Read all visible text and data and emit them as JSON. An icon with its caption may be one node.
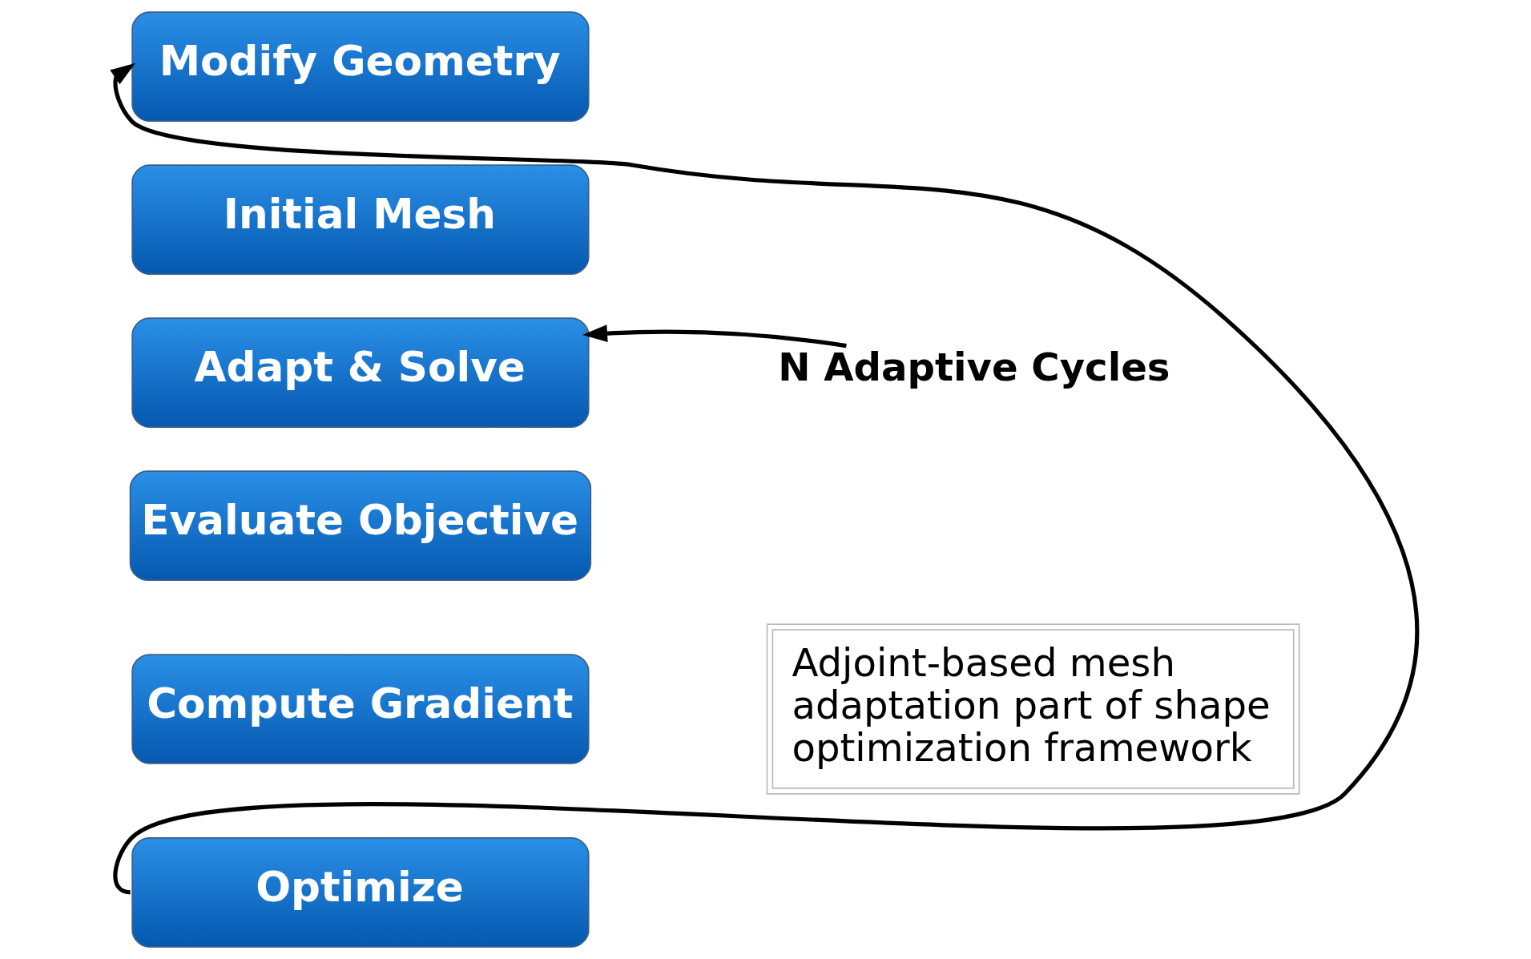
{
  "diagram": {
    "nodes": [
      {
        "text": [
          "Modify Geometry"
        ]
      },
      {
        "text": [
          "Initial Mesh"
        ]
      },
      {
        "text": [
          "Adapt & Solve"
        ]
      },
      {
        "text": [
          "Evaluate Objective"
        ]
      },
      {
        "text": [
          "Compute Gradient"
        ]
      },
      {
        "text": [
          "Optimize"
        ]
      },
      {
        "text": [
          "N Adaptive Cycles"
        ]
      },
      {
        "text": [
          "Adjoint-based mesh adaptation part of shape optimization framework"
        ]
      }
    ],
    "edges": [
      {
        "from": 5,
        "to": 0,
        "arrow": "to"
      },
      {
        "from": 6,
        "to": 2,
        "arrow": "to"
      }
    ]
  }
}
